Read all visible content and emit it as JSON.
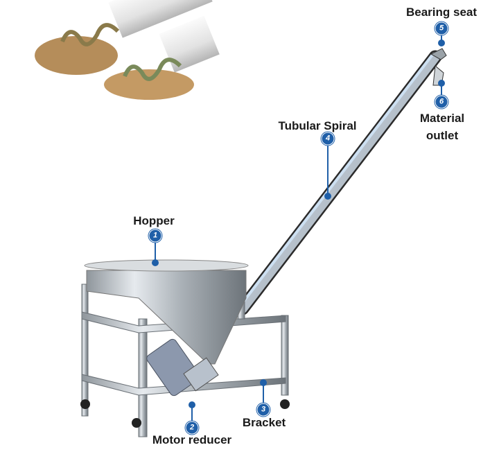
{
  "title": "Screw conveyor components",
  "accent_color": "#1f5fa8",
  "parts": [
    {
      "number": "1",
      "label": "Hopper"
    },
    {
      "number": "2",
      "label": "Motor reducer"
    },
    {
      "number": "3",
      "label": "Bracket"
    },
    {
      "number": "4",
      "label": "Tubular Spiral"
    },
    {
      "number": "5",
      "label": "Bearing seat"
    },
    {
      "number": "6",
      "label_line1": "Material",
      "label_line2": "outlet"
    }
  ]
}
